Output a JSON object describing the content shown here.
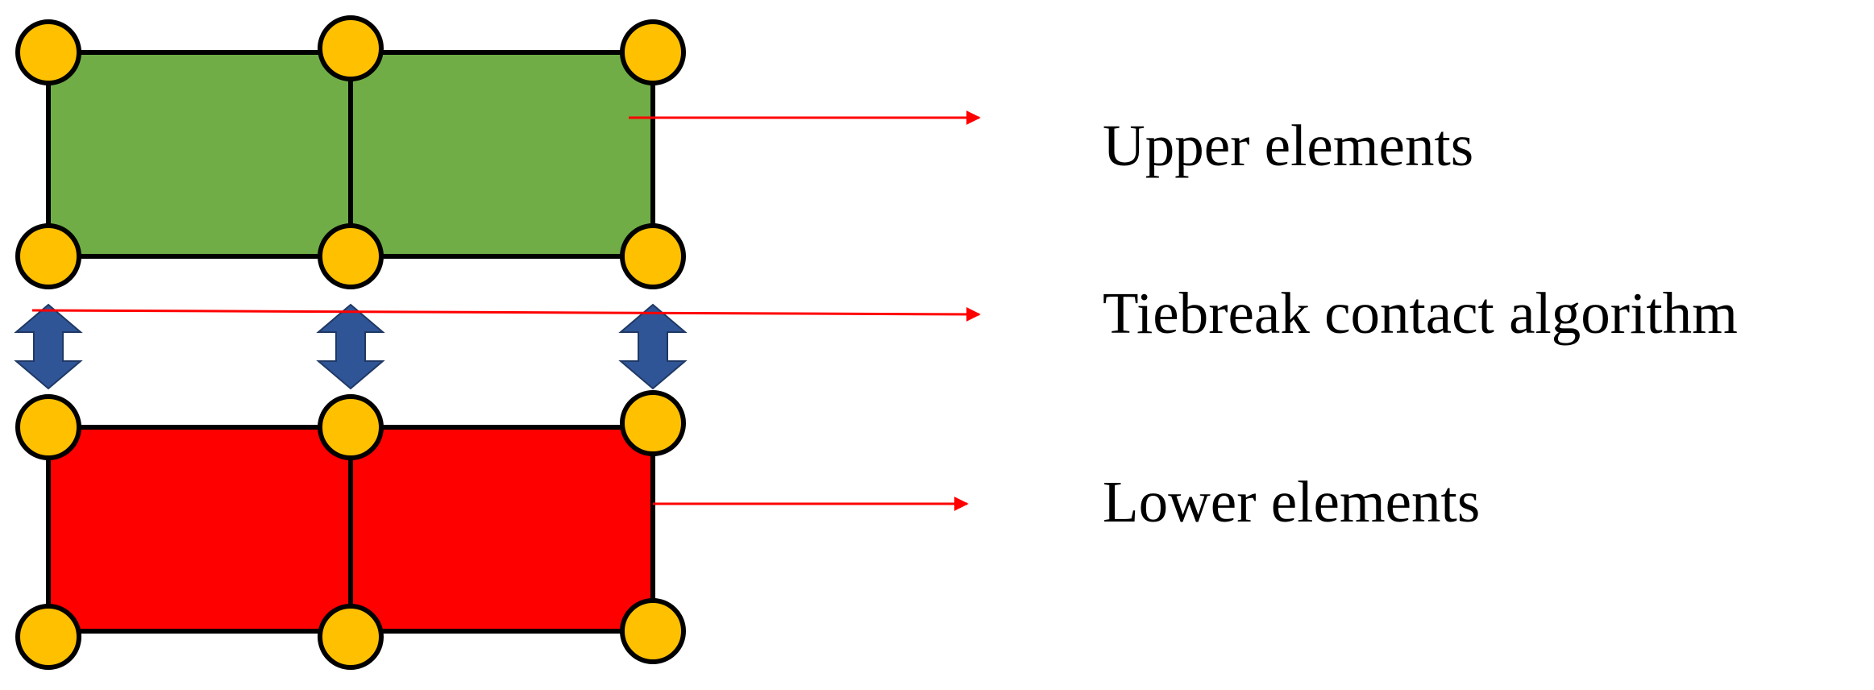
{
  "labels": {
    "upper": "Upper elements",
    "tiebreak": "Tiebreak contact algorithm",
    "lower": "Lower elements"
  },
  "colors": {
    "upper_fill": "#70AD47",
    "lower_fill": "#FF0000",
    "node_fill": "#FFC000",
    "contact_arrow": "#2F5597",
    "pointer_arrow": "#FF0000",
    "outline": "#000000"
  }
}
